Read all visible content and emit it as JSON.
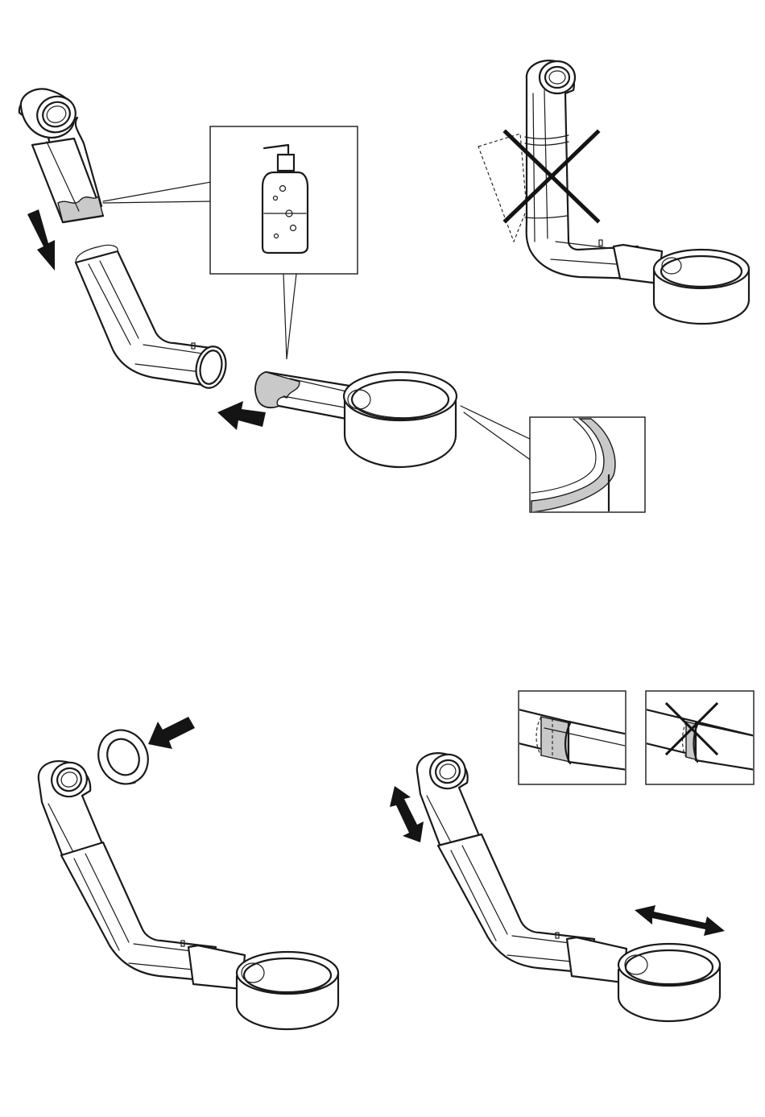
{
  "page": {
    "kind": "assembly-instruction-illustration",
    "text_content": []
  },
  "steps": {
    "lubricate": {
      "tail_pipe": "pipe-end-with-lubricant",
      "elbow_pipe": "bent-pipe",
      "trap_cup": "trap-with-lubricated-inlet",
      "callout_soap": "soap-bottle-icon",
      "callout_seal": "seal-ring-detail",
      "arrows": [
        "down-left-insert-arrow",
        "left-insert-arrow"
      ]
    },
    "wrong_assembly": {
      "mark": "x-cross-icon",
      "ghost_outline": "dashed-misaligned-pipe"
    },
    "add_washer": {
      "washer": "washer-ring",
      "arrow": "down-left-arrow"
    },
    "adjust": {
      "arrows": [
        "double-headed-vertical-arrow",
        "double-headed-horizontal-arrow"
      ],
      "insets": [
        {
          "status": "correct",
          "icon": "joint-overlap-correct"
        },
        {
          "status": "incorrect",
          "icon": "x-cross-icon"
        }
      ]
    }
  },
  "colors": {
    "line": "#1a1a1a",
    "lubricant": "#c9c9c9",
    "background": "#ffffff"
  }
}
